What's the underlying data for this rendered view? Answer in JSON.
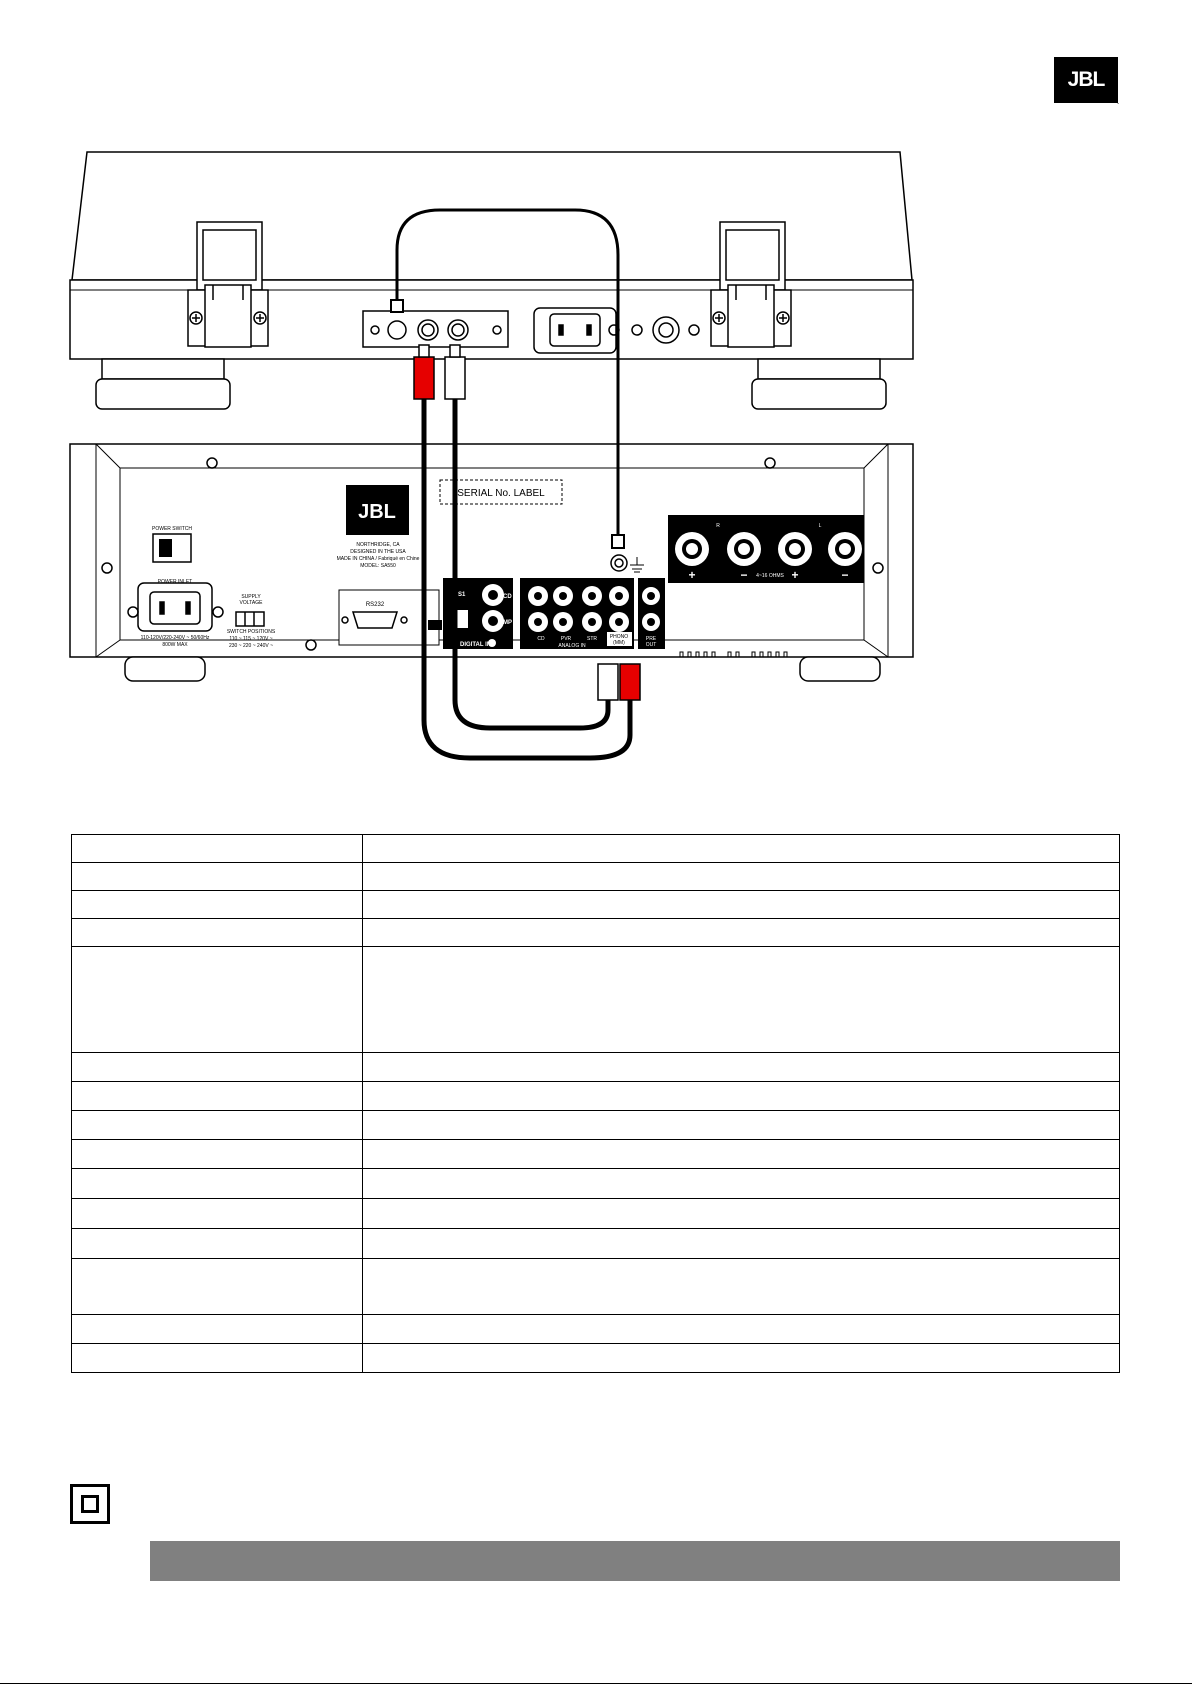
{
  "brand": {
    "logo_text": "JBL",
    "registered_mark": "."
  },
  "turntable": {
    "description": ""
  },
  "amplifier": {
    "logo_text": "JBL",
    "serial_label": "SERIAL No. LABEL",
    "power_switch_label": "POWER SWITCH",
    "power_inlet_label": "POWER INLET",
    "power_inlet_rating_1": "110-120V/220-240V ~ 50/60Hz",
    "power_inlet_rating_2": "800W MAX",
    "supply_voltage_label_1": "SUPPLY",
    "supply_voltage_label_2": "VOLTAGE",
    "switch_positions_label": "SWITCH POSITIONS",
    "switch_positions_1": "110 ~ 115 ~ 120V ~",
    "switch_positions_2": "230 ~ 220 ~ 240V ~",
    "company_lines": [
      "NORTHRIDGE, CA",
      "DESIGNED IN THE USA",
      "MADE IN CHINA / Fabriqué en Chine",
      "MODEL: SA550"
    ],
    "rs232_label": "RS232",
    "digital_in_label": "DIGITAL IN",
    "s1_label": "S1",
    "cd_label": "CD",
    "mp_label": "MP",
    "analog_in_label": "ANALOG IN",
    "analog_inputs": [
      "CD",
      "PVR",
      "STR"
    ],
    "phono_label_1": "PHONO",
    "phono_label_2": "(MM)",
    "pre_out_label_1": "PRE",
    "pre_out_label_2": "OUT",
    "speaker_r_label": "R",
    "speaker_l_label": "L",
    "speaker_impedance_label": "4~16 OHMS",
    "plus_sign": "+",
    "minus_sign": "−"
  },
  "table": {
    "rows": [
      {
        "label": "",
        "value": "",
        "height": 28
      },
      {
        "label": "",
        "value": "",
        "height": 28
      },
      {
        "label": "",
        "value": "",
        "height": 28
      },
      {
        "label": "",
        "value": "",
        "height": 28
      },
      {
        "label": "",
        "value": "",
        "height": 106
      },
      {
        "label": "",
        "value": "",
        "height": 29
      },
      {
        "label": "",
        "value": "",
        "height": 29
      },
      {
        "label": "",
        "value": "",
        "height": 29
      },
      {
        "label": "",
        "value": "",
        "height": 29
      },
      {
        "label": "",
        "value": "",
        "height": 30
      },
      {
        "label": "",
        "value": "",
        "height": 30
      },
      {
        "label": "",
        "value": "",
        "height": 30
      },
      {
        "label": "",
        "value": "",
        "height": 56
      },
      {
        "label": "",
        "value": "",
        "height": 29
      },
      {
        "label": "",
        "value": "",
        "height": 29
      }
    ]
  },
  "footer": {
    "class2_symbol": "double-insulation-icon",
    "bar_color": "#808080"
  }
}
